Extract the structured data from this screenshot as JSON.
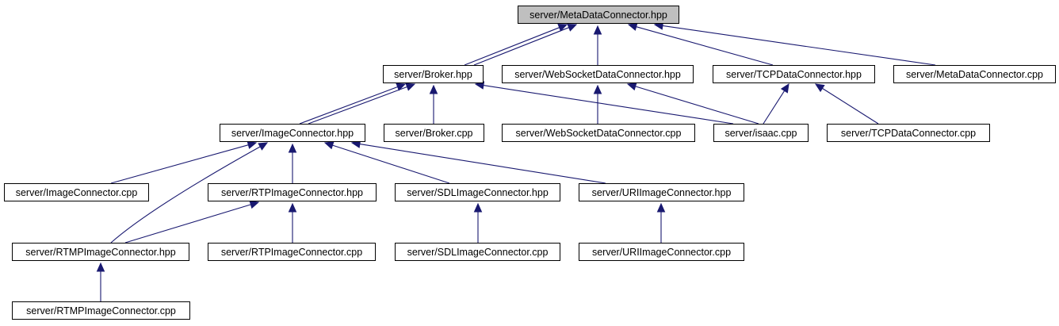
{
  "diagram": {
    "nodes": [
      {
        "id": "metadata_hpp",
        "label": "server/MetaDataConnector.hpp",
        "highlight": true
      },
      {
        "id": "broker_hpp",
        "label": "server/Broker.hpp"
      },
      {
        "id": "ws_hpp",
        "label": "server/WebSocketDataConnector.hpp"
      },
      {
        "id": "tcp_hpp",
        "label": "server/TCPDataConnector.hpp"
      },
      {
        "id": "metadata_cpp",
        "label": "server/MetaDataConnector.cpp"
      },
      {
        "id": "image_hpp",
        "label": "server/ImageConnector.hpp"
      },
      {
        "id": "broker_cpp",
        "label": "server/Broker.cpp"
      },
      {
        "id": "ws_cpp",
        "label": "server/WebSocketDataConnector.cpp"
      },
      {
        "id": "isaac_cpp",
        "label": "server/isaac.cpp"
      },
      {
        "id": "tcp_cpp",
        "label": "server/TCPDataConnector.cpp"
      },
      {
        "id": "image_cpp",
        "label": "server/ImageConnector.cpp"
      },
      {
        "id": "rtp_hpp",
        "label": "server/RTPImageConnector.hpp"
      },
      {
        "id": "sdl_hpp",
        "label": "server/SDLImageConnector.hpp"
      },
      {
        "id": "uri_hpp",
        "label": "server/URIImageConnector.hpp"
      },
      {
        "id": "rtmp_hpp",
        "label": "server/RTMPImageConnector.hpp"
      },
      {
        "id": "rtp_cpp",
        "label": "server/RTPImageConnector.cpp"
      },
      {
        "id": "sdl_cpp",
        "label": "server/SDLImageConnector.cpp"
      },
      {
        "id": "uri_cpp",
        "label": "server/URIImageConnector.cpp"
      },
      {
        "id": "rtmp_cpp",
        "label": "server/RTMPImageConnector.cpp"
      }
    ],
    "edges": [
      {
        "from": "broker_hpp",
        "to": "metadata_hpp"
      },
      {
        "from": "broker_hpp",
        "to": "metadata_hpp"
      },
      {
        "from": "ws_hpp",
        "to": "metadata_hpp"
      },
      {
        "from": "tcp_hpp",
        "to": "metadata_hpp"
      },
      {
        "from": "metadata_cpp",
        "to": "metadata_hpp"
      },
      {
        "from": "image_hpp",
        "to": "broker_hpp"
      },
      {
        "from": "image_hpp",
        "to": "broker_hpp"
      },
      {
        "from": "broker_cpp",
        "to": "broker_hpp"
      },
      {
        "from": "isaac_cpp",
        "to": "broker_hpp"
      },
      {
        "from": "ws_cpp",
        "to": "ws_hpp"
      },
      {
        "from": "isaac_cpp",
        "to": "ws_hpp"
      },
      {
        "from": "isaac_cpp",
        "to": "tcp_hpp"
      },
      {
        "from": "tcp_cpp",
        "to": "tcp_hpp"
      },
      {
        "from": "image_cpp",
        "to": "image_hpp"
      },
      {
        "from": "rtmp_hpp",
        "to": "image_hpp"
      },
      {
        "from": "rtp_hpp",
        "to": "image_hpp"
      },
      {
        "from": "sdl_hpp",
        "to": "image_hpp"
      },
      {
        "from": "uri_hpp",
        "to": "image_hpp"
      },
      {
        "from": "rtmp_hpp",
        "to": "rtp_hpp"
      },
      {
        "from": "rtp_cpp",
        "to": "rtp_hpp"
      },
      {
        "from": "sdl_cpp",
        "to": "sdl_hpp"
      },
      {
        "from": "uri_cpp",
        "to": "uri_hpp"
      },
      {
        "from": "rtmp_cpp",
        "to": "rtmp_hpp"
      }
    ]
  }
}
